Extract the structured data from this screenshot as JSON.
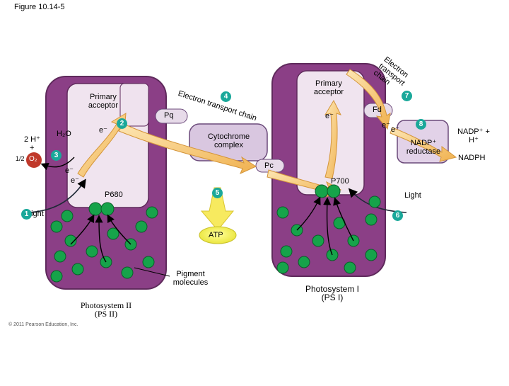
{
  "figure_title": "Figure 10.14-5",
  "photosystems": {
    "ps2_name": "Photosystem II",
    "ps2_abbr": "(PS II)",
    "ps1_name": "Photosystem I",
    "ps1_abbr": "(PS I)",
    "ps2_center": "P680",
    "ps1_center": "P700",
    "primary_acceptor_ps2": "Primary acceptor",
    "primary_acceptor_ps1": "Primary acceptor"
  },
  "labels": {
    "water": "H₂O",
    "protons_left": "2 H⁺",
    "plus": "+",
    "half": "1/2",
    "oxygen": "O₂",
    "light_left": "Light",
    "light_right": "Light",
    "pigment": "Pigment molecules",
    "pq": "Pq",
    "cytochrome": "Cytochrome complex",
    "pc": "Pc",
    "fd": "Fd",
    "nadp_reductase": "NADP⁺ reductase",
    "nadp_h": "NADP⁺ + H⁺",
    "nadph": "NADPH",
    "atp": "ATP",
    "electron": "e⁻",
    "etc1": "Electron transport chain",
    "etc2": "Electron transport chain",
    "copyright": "© 2011 Pearson Education, Inc."
  },
  "steps": [
    "1",
    "2",
    "3",
    "4",
    "5",
    "6",
    "7",
    "8"
  ],
  "colors": {
    "membrane": "#8b3f86",
    "membrane_light": "#b06aa9",
    "panel_bg": "#f3e9f2",
    "pigment": "#16a34a",
    "pigment_dark": "#0b5d2a",
    "arrow": "#f5c46b",
    "arrow_edge": "#d4953a",
    "step_badge": "#1aa89a",
    "oxygen": "#c0392b",
    "atp": "#f0ef4a"
  }
}
